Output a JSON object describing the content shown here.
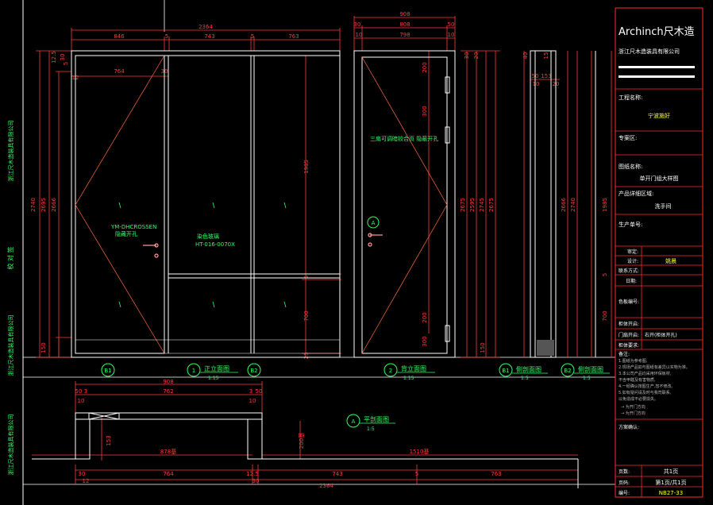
{
  "title_block": {
    "brand": "Archinch尺木造",
    "company": "浙江尺木造装具有限公司",
    "project_label": "工程名称:",
    "project_value": "宁波施好",
    "space_label": "专案区:",
    "drawing_name_label": "图纸名称:",
    "drawing_name_value": "单开门组大样图",
    "area_label": "产品详细区域:",
    "area_value": "洗手间",
    "product_no_label": "生产单号:",
    "review_label": "审定:",
    "design_label": "设计:",
    "design_value": "姚晨",
    "contact_label": "联系方式:",
    "date_label": "日期:",
    "color_label": "色板编号:",
    "panel_label": "柜体开启:",
    "door_dir_label": "门扇开启:",
    "door_dir_value": "右开(柜体开孔)",
    "finish_label": "柜体要求:",
    "notes_label": "备注:",
    "notes_lines": [
      "1.图纸为参考图,",
      "2.现场产品如与图纸有差异以实物为准。",
      "3.本公司产品均采用环保板材,",
      "  不含甲醛及有害物质,",
      "4.一经确认按图生产,恕不修改。",
      "5.如有疑问请及时与我司联系,",
      "  以免造成不必要损失。"
    ],
    "note_sym1": "→ 为开门方向",
    "note_sym2": "→ 为开门方向",
    "approval_label": "方案确认:",
    "sheet_label": "页数:",
    "sheet_value": "共1页",
    "page_label": "页码:",
    "page_value": "第1页/共1页",
    "code_label": "编号:",
    "code_value": "NB27-33"
  },
  "left_strip": {
    "t1": "浙江尺木造装具有限公司",
    "t2": "校 对 签",
    "t3": "浙江尺木造装具有限公司",
    "t4": "浙江尺木造装具有限公司"
  },
  "front_view": {
    "dim_total": "2364",
    "dim_parts": [
      "846",
      "5",
      "743",
      "5",
      "763"
    ],
    "dim_sub": [
      "12",
      "764",
      "30"
    ],
    "heights_left": [
      "2740",
      "2695",
      "2666",
      "150",
      "5",
      "12.5",
      "30"
    ],
    "heights_right": [
      "1985",
      "5",
      "700",
      "25"
    ],
    "label_door": "YM-DHCROSSEN",
    "label_door2": "隐藏开孔",
    "label_panel": "染色玻璃",
    "label_panel2": "HT-016-0070X",
    "title": "正立面图",
    "scale": "1:15",
    "marker_num": "1",
    "marker_b1": "B1",
    "marker_b2": "B2"
  },
  "back_view": {
    "dim_total": "908",
    "dim_parts": [
      "30",
      "808",
      "50"
    ],
    "dim_sub": [
      "10",
      "798",
      "10"
    ],
    "heights_right": [
      "2675",
      "2595",
      "2745",
      "2675"
    ],
    "heights_hinge": [
      "200",
      "300",
      "300",
      "200"
    ],
    "heights_left": [
      "30",
      "20"
    ],
    "label": "三扇可调暗铰合页 隐蔽开孔",
    "title": "背立面图",
    "scale": "1:15",
    "marker_num": "2",
    "marker_a": "A"
  },
  "side_view": {
    "dims": [
      "40",
      "15",
      "153",
      "50",
      "20",
      "10"
    ],
    "heights": [
      "2666",
      "2740",
      "1985",
      "5",
      "700",
      "150"
    ],
    "title_b1": "侧剖面图",
    "title_b2": "侧剖面图",
    "scale": "1:5",
    "marker_b1": "B1",
    "marker_b2": "B2"
  },
  "plan_view": {
    "dim_total": "908",
    "dim_parts": [
      "50",
      "3",
      "762",
      "3",
      "50"
    ],
    "dim_sub": [
      "10",
      "10"
    ],
    "h_153": "153",
    "h_200": "200基",
    "w_878": "878基",
    "w_1510": "1510基",
    "bottom_total": "2364",
    "bottom_parts": [
      "30",
      "764",
      "12.5",
      "743",
      "5",
      "763"
    ],
    "bottom_sub": [
      "12",
      "30"
    ],
    "title": "平剖面图",
    "scale": "1:5",
    "marker_a": "A"
  },
  "colors": {
    "bg": "#000000",
    "frame": "#ffffff",
    "dim": "#ff3b3b",
    "label": "#33ff66",
    "yellow": "#ffff33",
    "cyan": "#00e5ff",
    "title_frame": "#ff2a2a"
  }
}
